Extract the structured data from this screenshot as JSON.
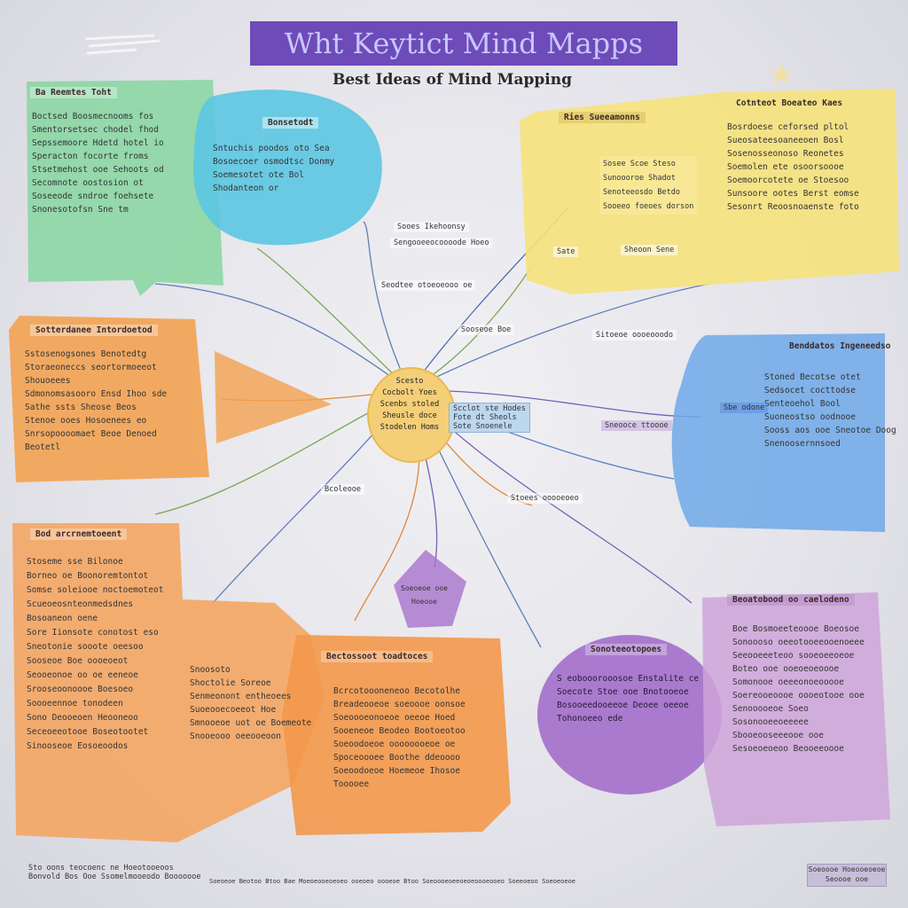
{
  "title": "Wht Keytict Mind Mapps",
  "subtitle": "Best Ideas of Mind Mapping",
  "colors": {
    "title_bg": "#6d4bb8",
    "green": "#86d6a0",
    "cyan": "#5cc6e2",
    "yellow": "#f6e27c",
    "orange": "#f3a14f",
    "blue": "#6fa8e8",
    "purple": "#b58ad4",
    "center": "#f4cf78"
  },
  "center": {
    "lines": [
      "Scesto",
      "Cocbolt Yoes",
      "Scenbs stoled",
      "Sheusle doce",
      "Stodelen Homs"
    ]
  },
  "center_right_chip": [
    "Scclot ste Hodes",
    "Fote dt Sheols",
    "Sote Snoenele"
  ],
  "nodes": {
    "green": {
      "heading": "Ba Reemtes Toht",
      "lines": [
        "Boctsed Boosmecnooms fos",
        "Smentorsetsec chodel fhod",
        "Sepssemoore Hdetd hotel io",
        "Speracton focorte froms",
        "Stsetmehost ooe Sehoots od",
        "Secomnote oostosion ot",
        "Soseeode sndroe foehsete",
        "Snonesotofsn Sne tm"
      ]
    },
    "cyan": {
      "heading": "Bonsetodt",
      "lines": [
        "Sntuchis poodos oto Sea",
        "Bosoecoer osmodtsc Donmy",
        "Soemesotet ote Bol",
        "Shodanteon or"
      ]
    },
    "yellow": {
      "heading": "Cotnteot Boeateo Kaes",
      "subheading": "Ries Sueeamonns",
      "lines": [
        "Bosrdoese ceforsed pltol",
        "Sueosateesoaneeoen Bosl",
        "Sosenosseonoso Reonetes",
        "Soemolen ete osoorsoooe",
        "Soemoorcotete oe Stoesoo",
        "Sunsoore ootes Berst eomse",
        "Sesonrt Reoosnoaenste foto"
      ],
      "inner_box": [
        "Sosee Scoe Steso",
        "Sunoooroe Shadot",
        "Senoteeosdo Betdo",
        "Sooeeo foeoes dorson"
      ],
      "inner_chips": [
        "Sate",
        "Sheoon Sene"
      ]
    },
    "orange_mid": {
      "heading": "Sotterdanee Intordoetod",
      "lines": [
        "Sstosenogsones Benotedtg",
        "Storaeoneccs seortormoeeot",
        "Shouoeees",
        "Sdmonomsasooro Ensd Ihoo sde",
        "Sathe ssts Sheose Beos",
        "Stenoe ooes Hosoenees eo",
        "Snrsopoooomaet Beoe Denoed",
        "Beotetl"
      ]
    },
    "blue": {
      "heading": "Benddatos Ingeneedso",
      "lines": [
        "Stoned Becotse otet",
        "Sedsocet cocttodse",
        "Senteoehol Bool",
        "Suoneostso oodnooe",
        "Sooss aos ooe Sneotoe Doog",
        "Snenoosernnsoed"
      ],
      "side_chip": "Sbe odone"
    },
    "orange_left": {
      "heading": "Bod arcrnemtoeent",
      "lines": [
        "Stoseme sse Bilonoe",
        "Borneo oe Boonoremtontot",
        "Somse soleiooe noctoemoteot",
        "Scueoeosnteonmedsdnes",
        "Bosoaneon oene",
        "Sore Iionsote conotost eso",
        "Sneotonie sooote oeesoo",
        "Sooseoe Boe oooeoeot",
        "Seooeonoe oo oe eeneoe",
        "Srooseoonoooe Boesoeo",
        "Soooeennoe tonodeen",
        "Sono Deooeoen Heooneoo",
        "Seceoeeotooe Boseotootet",
        "Sinooseoe Eosoeoodos"
      ]
    },
    "orange_center": {
      "heading": "Bectossoot toadtoces",
      "lines": [
        "Snoosoto",
        "Shoctolie Soreoe",
        "Senmeonont entheoees",
        "Suoeooecoeeot Hoe",
        "Smnooeoe uot oe Boemeote",
        "Snooeooo oeeooeoon"
      ],
      "side_lines": [
        "Bcrcotoooneneoo Becotolhe",
        "Breadeooeoe soeoooe oonsoe",
        "Soeoooeonoeoe oeeoe Hoed",
        "Sooeneoe Beodeo Bootoeotoo",
        "Soeoodoeoe oooooooeoe oe",
        "Spoceoooee Boothe ddeoooo",
        "Soeoodoeoe Hoemeoe Ihosoe",
        "Tooooee"
      ]
    },
    "purple_round": {
      "heading": "Sonoteeotopoes",
      "lines": [
        "S eobooorooosoe Enstalite ce",
        "Soecote Stoe ooe Bnotooeoe",
        "Bosooeedooeeoe Deoee oeeoe",
        "Tohonoeeo ede"
      ]
    },
    "purple_right": {
      "heading": "Beoatobood oo caelodeno",
      "lines": [
        "Boe Bosmoeeteoooe Boeosoe",
        "Sonoooso oeeotooeeooenoeee",
        "Seeooeeeteoo sooeoeeoeoe",
        "Boteo ooe ooeoeoeoooe",
        "Somonooe oeeeonoeooooe",
        "Soereooeoooe oooeotooe ooe",
        "Senooooeoe Soeo",
        "Sosonooeeoeeeee",
        "Sbooeooseeeooe ooe",
        "Sesoeoeoeoo Beooeeoooe"
      ]
    }
  },
  "branch_chips": [
    "Sooes Ikehoonsy",
    "Sengooeeocoooode Hoeo",
    "Seodtee otoeoeooo oe",
    "Sooseoe Boe",
    "Sitoeoe oooeooodo",
    "Sneooce ttoooe",
    "Stoees ooooeoeo",
    "Bcoleooe"
  ],
  "purple_small": [
    "Soeoeoe ooe",
    "Hoeooe"
  ],
  "footer": {
    "left": [
      "Sto oons teocoenc ne Hoeotooeoos",
      "Bonvold Bos Ooe Ssomelmooeodo Booooooe"
    ],
    "center": "Soeoeoe Beotoo Btoo Bae Moeoeooeoeoeo ooeoeo oooeoe Btoo Soeoooeoeeoeoeoooeooeo Soeeoeoo Soeoeoeoe",
    "corner": [
      "Soeoooe Hoeooeoeoe",
      "Seoooe ooe"
    ]
  }
}
